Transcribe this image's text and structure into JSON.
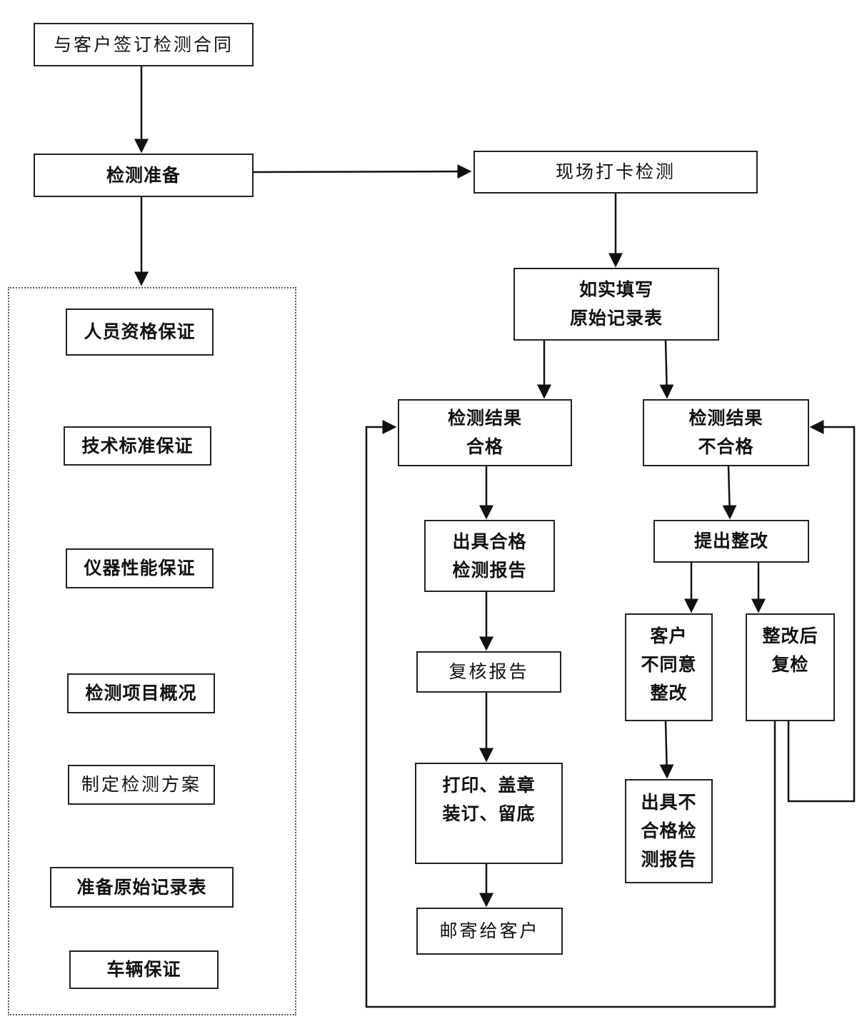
{
  "nodes": {
    "contract": "与客户签订检测合同",
    "prepare": "检测准备",
    "onsite": "现场打卡检测",
    "record": [
      "如实填写",
      "原始记录表"
    ],
    "pass": [
      "检测结果",
      "合格"
    ],
    "fail": [
      "检测结果",
      "不合格"
    ],
    "pass_report": [
      "出具合格",
      "检测报告"
    ],
    "review": "复核报告",
    "print": [
      "打印、盖章",
      "装订、留底"
    ],
    "mail": "邮寄给客户",
    "rectify": "提出整改",
    "disagree": [
      "客户",
      "不同意",
      "整改"
    ],
    "recheck": [
      "整改后",
      "复检"
    ],
    "fail_report": [
      "出具不",
      "合格检",
      "测报告"
    ]
  },
  "prep_items": [
    "人员资格保证",
    "技术标准保证",
    "仪器性能保证",
    "检测项目概况",
    "制定检测方案",
    "准备原始记录表",
    "车辆保证"
  ]
}
